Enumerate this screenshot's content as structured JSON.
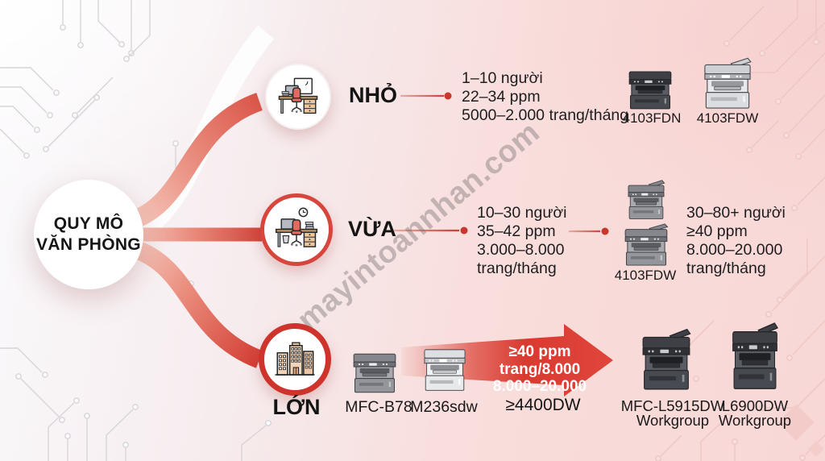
{
  "meta": {
    "type": "printer-recommendation-infographic",
    "language": "Vietnamese"
  },
  "colors": {
    "accent_red": "#d0342c",
    "ribbon_dark": "#d2453c",
    "ribbon_light": "#f8d3c9",
    "background_pink": "#f8dedc",
    "watermark_gray": "#746b6f",
    "circuit_gray": "#d8d4d8",
    "circuit_pink": "#edc6c5",
    "text_dark": "#1d1d1f"
  },
  "icons": {
    "hub": "office-scale-hub-circle",
    "small_branch": "desk-workstation-icon",
    "medium_branch": "desk-with-clock-icon",
    "large_branch": "office-buildings-icon",
    "connector": "red-dot-connector-line",
    "upgrade": "right-red-arrow",
    "sparkle": "pink-diamond-sparkle"
  },
  "watermark": {
    "text": "mayintoannhan.com"
  },
  "center": {
    "line1": "QUY MÔ",
    "line2": "VĂN PHÒNG"
  },
  "branch_small": {
    "label": "NHỎ",
    "spec1": "1–10 người",
    "spec2": "22–34 ppm",
    "spec3": "5000–2.000 trang/tháng",
    "printer1_label": "4103FDN",
    "printer2_label": "4103FDW"
  },
  "branch_medium": {
    "label": "VỪA",
    "spec1": "10–30 người",
    "spec2": "35–42 ppm",
    "spec3": "3.000–8.000",
    "spec4": "trang/tháng",
    "printer_label": "4103FDW",
    "up_spec1": "30–80+ người",
    "up_spec2": "≥40 ppm",
    "up_spec3": "8.000–20.000",
    "up_spec4": "trang/tháng"
  },
  "branch_large": {
    "label": "LỚN",
    "printer1_label": "MFC-B78",
    "printer2_label": "M236sdw",
    "arrow_line1": "≥40 ppm",
    "arrow_line2": "trang/8.000",
    "arrow_line3": "8.000–20.000",
    "arrow_caption": "≥4400DW",
    "printer3_label": "MFC-L5915DW",
    "printer3_sub": "Workgroup",
    "printer4_label": "L6900DW",
    "printer4_sub": "Workgroup"
  }
}
